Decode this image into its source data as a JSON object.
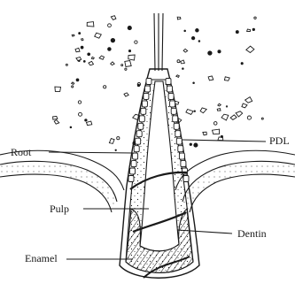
{
  "labels": {
    "root": "Root",
    "pdl": "PDL",
    "pulp": "Pulp",
    "dentin": "Dentin",
    "enamel": "Enamel"
  },
  "colors": {
    "ink": "#1a1a1a",
    "background": "#ffffff"
  }
}
